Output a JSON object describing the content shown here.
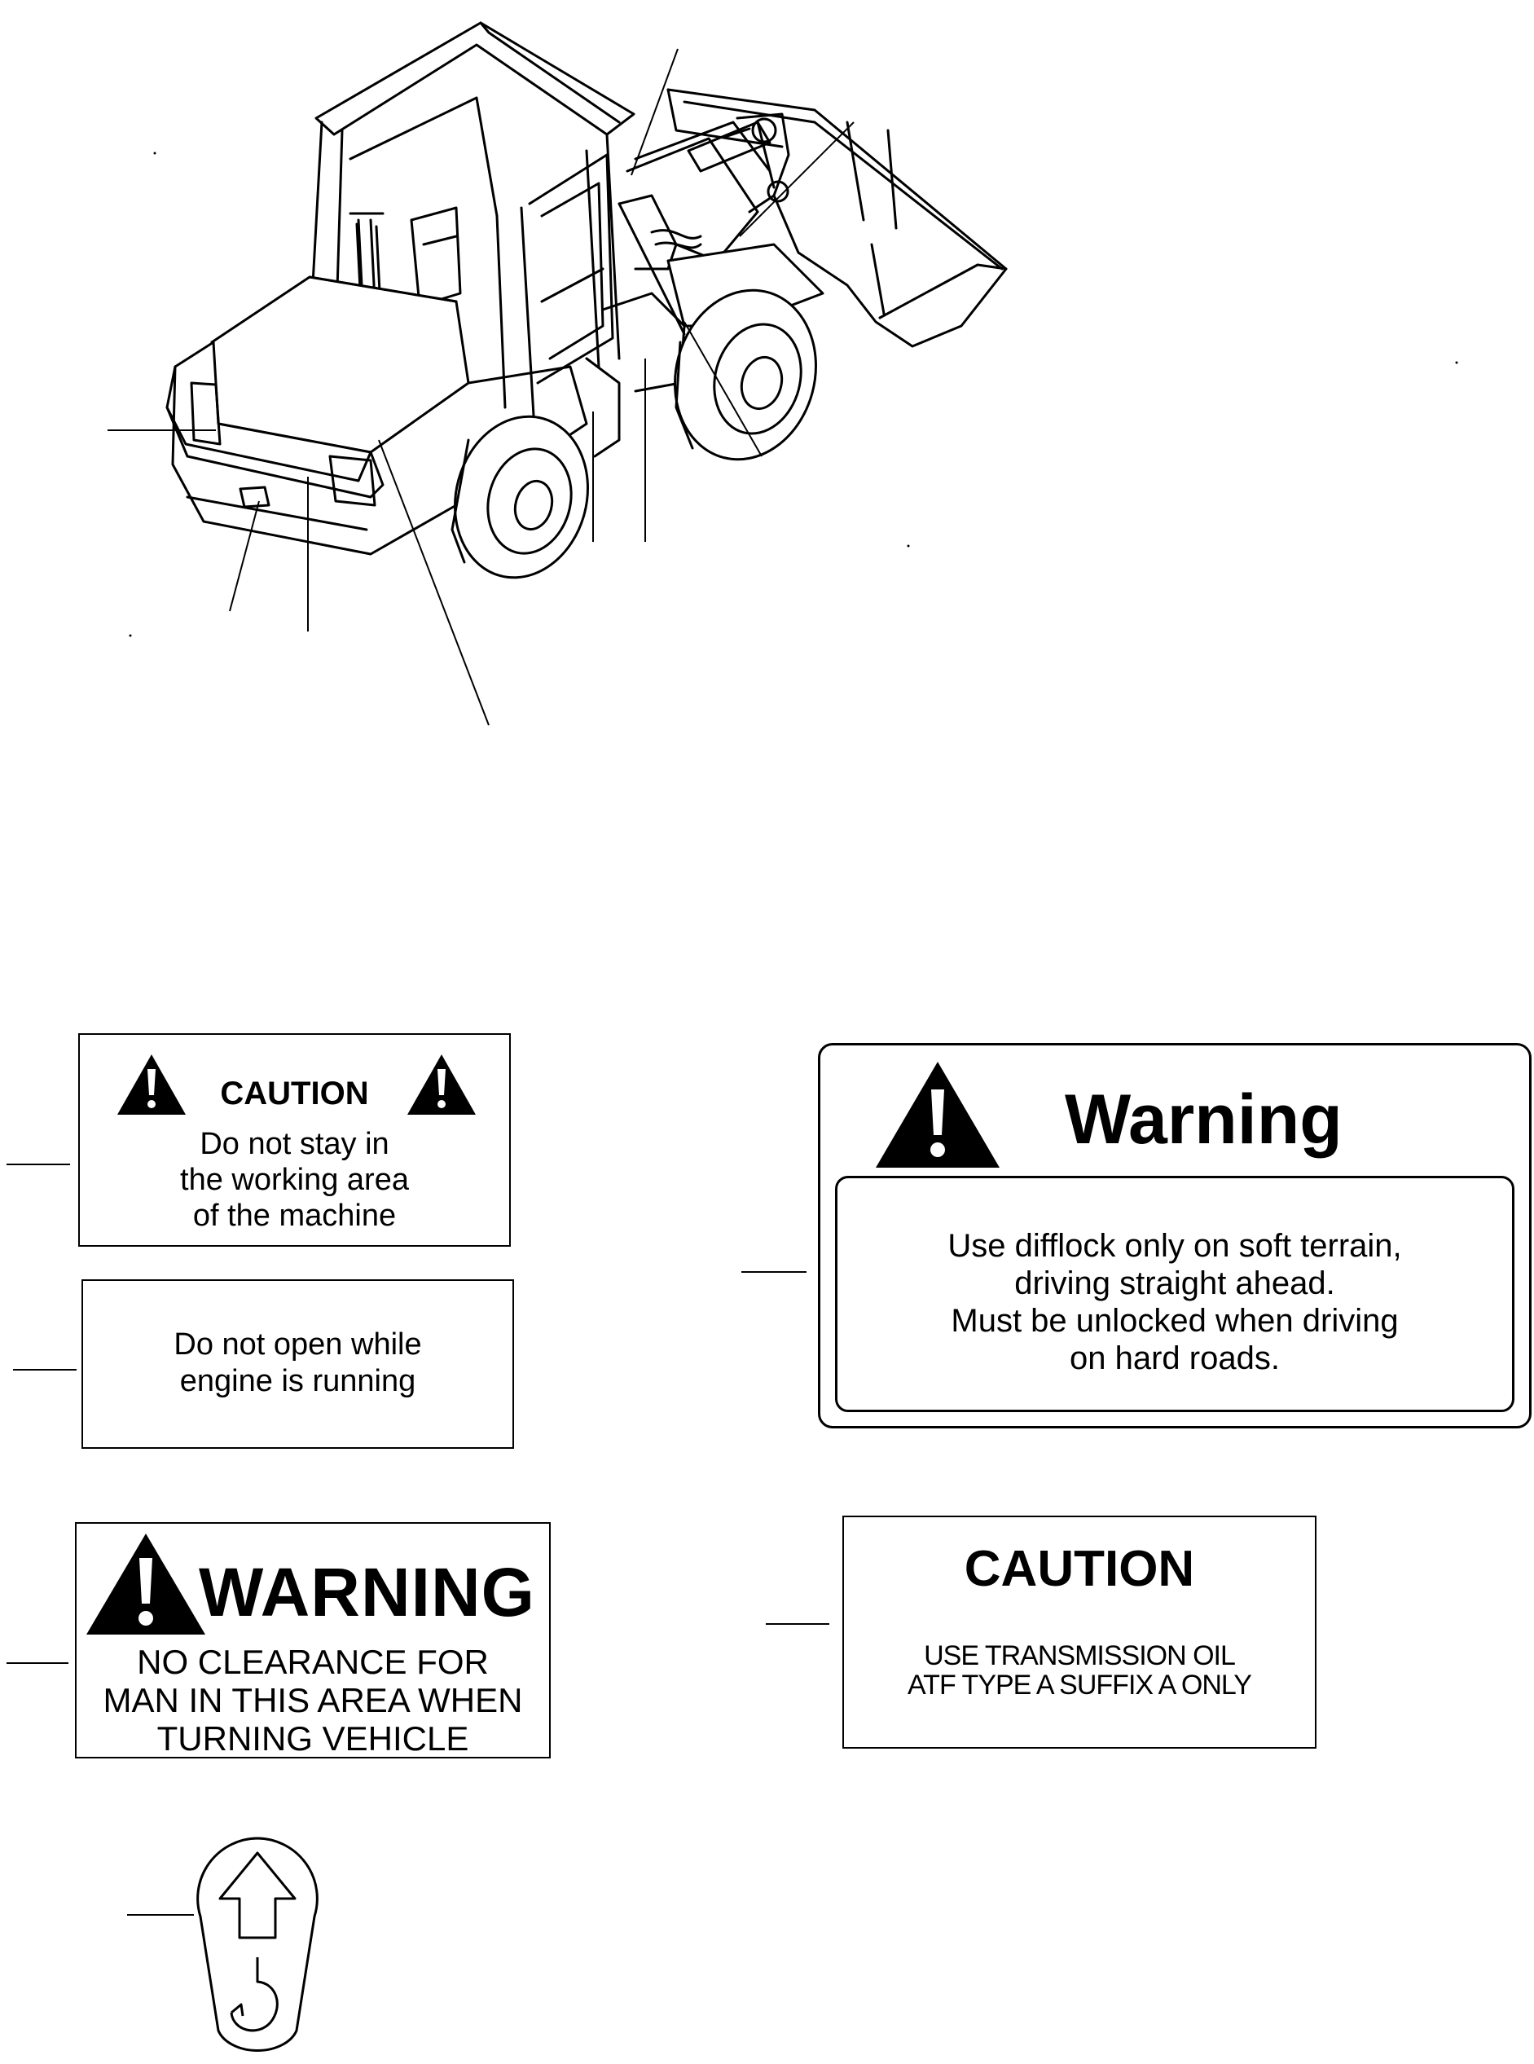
{
  "decals": {
    "caution_stay": {
      "title": "CAUTION",
      "line1": "Do not stay in",
      "line2": "the working area",
      "line3": "of the machine"
    },
    "no_open": {
      "line1": "Do not open while",
      "line2": "engine is running"
    },
    "warning_clearance": {
      "title": "WARNING",
      "line1": "NO CLEARANCE FOR",
      "line2": "MAN IN THIS AREA WHEN",
      "line3": "TURNING VEHICLE"
    },
    "warning_difflock": {
      "title": "Warning",
      "line1": "Use difflock only on soft terrain,",
      "line2": "driving straight ahead.",
      "line3": "Must be unlocked when driving",
      "line4": "on hard roads."
    },
    "caution_oil": {
      "title": "CAUTION",
      "line1": "USE TRANSMISSION OIL",
      "line2": "ATF TYPE A SUFFIX A ONLY"
    }
  },
  "icons": {
    "machine": "wheel-loader-illustration",
    "lifting": "lifting-hook-icon",
    "alert": "warning-triangle-icon"
  },
  "colors": {
    "ink": "#000000",
    "paper": "#ffffff"
  }
}
